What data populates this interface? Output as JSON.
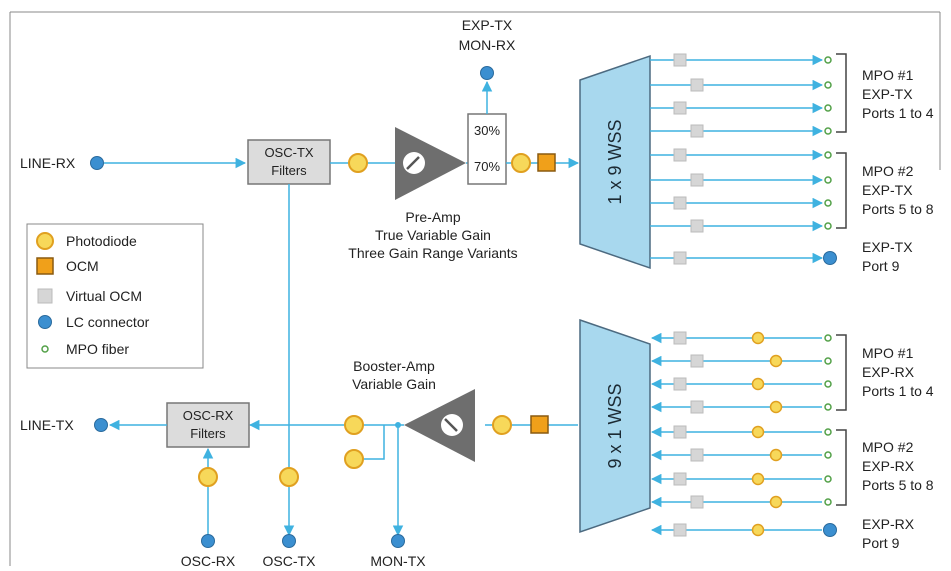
{
  "inputs": {
    "line_rx": "LINE-RX"
  },
  "outputs": {
    "line_tx": "LINE-TX"
  },
  "top_port": {
    "line1": "EXP-TX",
    "line2": "MON-RX"
  },
  "bottom_ports": {
    "osc_rx": "OSC-RX",
    "osc_tx": "OSC-TX",
    "mon_tx": "MON-TX"
  },
  "filters": {
    "osc_tx": {
      "line1": "OSC-TX",
      "line2": "Filters"
    },
    "osc_rx": {
      "line1": "OSC-RX",
      "line2": "Filters"
    }
  },
  "splitter": {
    "top": "30%",
    "bottom": "70%"
  },
  "preamp": {
    "line1": "Pre-Amp",
    "line2": "True Variable Gain",
    "line3": "Three Gain Range Variants"
  },
  "booster": {
    "line1": "Booster-Amp",
    "line2": "Variable Gain"
  },
  "wss_tx": {
    "label": "1 x 9 WSS"
  },
  "wss_rx": {
    "label": "9 x 1 WSS"
  },
  "tx_groups": [
    {
      "line1": "MPO #1",
      "line2": "EXP-TX",
      "line3": "Ports 1 to 4"
    },
    {
      "line1": "MPO #2",
      "line2": "EXP-TX",
      "line3": "Ports 5 to 8"
    },
    {
      "line1": "EXP-TX",
      "line2": "Port 9"
    }
  ],
  "rx_groups": [
    {
      "line1": "MPO #1",
      "line2": "EXP-RX",
      "line3": "Ports 1 to 4"
    },
    {
      "line1": "MPO #2",
      "line2": "EXP-RX",
      "line3": "Ports 5 to 8"
    },
    {
      "line1": "EXP-RX",
      "line2": "Port 9"
    }
  ],
  "legend": {
    "photodiode": "Photodiode",
    "ocm": "OCM",
    "virtual_ocm": "Virtual OCM",
    "lc_connector": "LC connector",
    "mpo_fiber": "MPO fiber"
  },
  "colors": {
    "line": "#3fb2e0",
    "photodiode_fill": "#f7d85a",
    "photodiode_stroke": "#e0a020",
    "ocm": "#f0a01a",
    "virtual_ocm": "#d6d6d6",
    "lc": "#3b8fd0",
    "mpo": "#52a047",
    "wss": "#a8d8ee",
    "amp": "#6e6e6e"
  }
}
